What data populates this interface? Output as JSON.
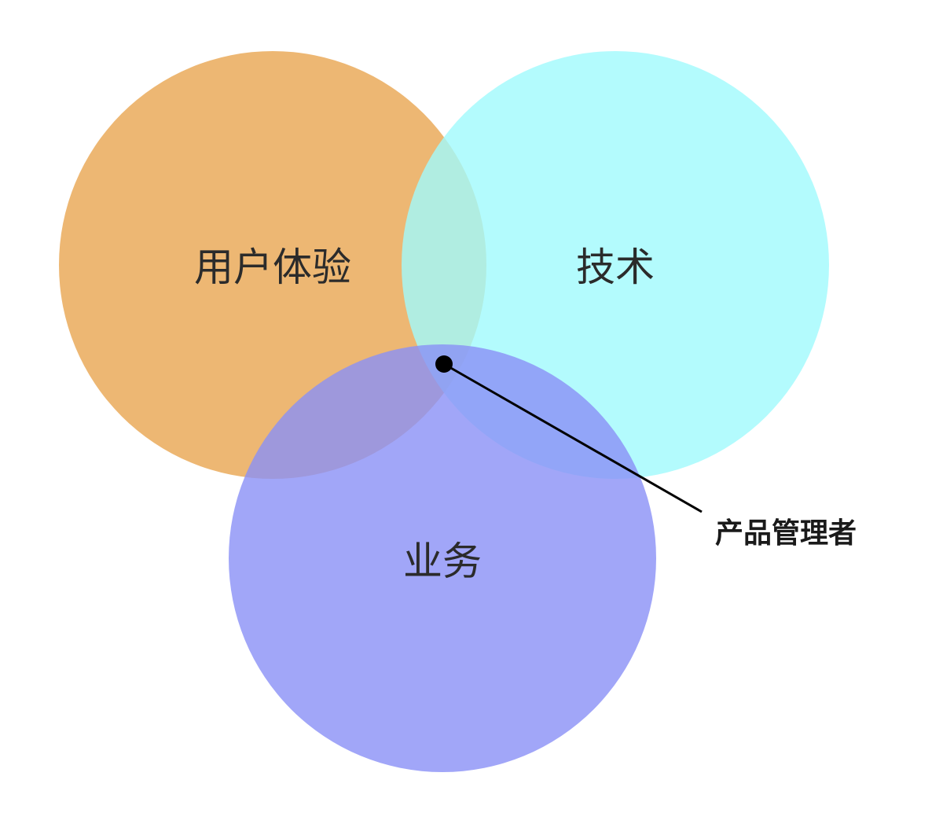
{
  "diagram": {
    "circles": [
      {
        "id": "ux",
        "label": "用户体验",
        "color": "#e9a550",
        "opacity": 0.8
      },
      {
        "id": "tech",
        "label": "技术",
        "color": "#a0fafc",
        "opacity": 0.8
      },
      {
        "id": "business",
        "label": "业务",
        "color": "#8a90f6",
        "opacity": 0.8
      }
    ],
    "callout": {
      "label": "产品管理者",
      "dot_color": "#000000",
      "line_color": "#000000"
    }
  }
}
